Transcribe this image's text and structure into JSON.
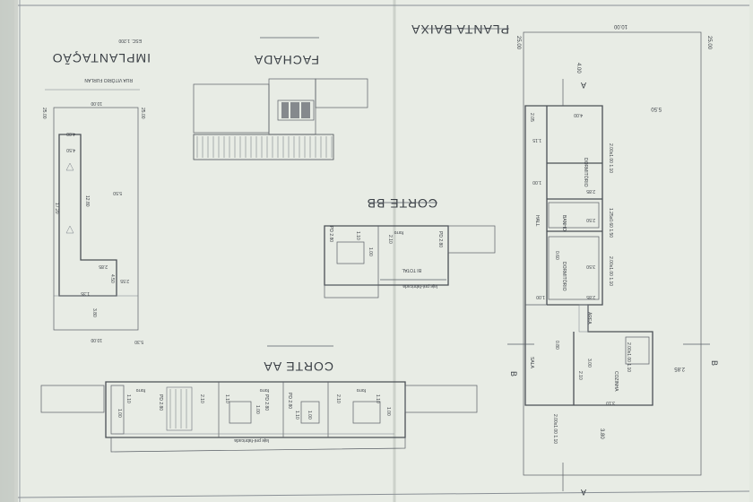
{
  "titles": {
    "planta_baixa": "PLANTA BAIXA",
    "implantacao": "IMPLANTAÇÃO",
    "escala": "ESC. 1:200",
    "rua": "RUA VITÓRIO FURLAN",
    "fachada": "FACHADA",
    "corte_bb": "CORTE BB",
    "corte_aa": "CORTE AA"
  },
  "planta": {
    "rooms": {
      "dormitorio_1": "DORMITÓRIO",
      "banho": "BANHO",
      "hall": "HALL",
      "dormitorio_2": "DORMITÓRIO",
      "area": "ÁREA",
      "sala": "SALA",
      "cozinha": "COZINHA"
    },
    "windows": {
      "dorm1": "2.00x1.00 1.10",
      "banho": "1.25x0.60 1.50",
      "dorm2": "2.00x1.00 1.10",
      "cozinha": "2.00x1.00 1.10",
      "sala": "2.00x1.00 1.10"
    },
    "dims": {
      "lot_width": "10.00",
      "lot_len_left": "25.00",
      "lot_len_right": "25.00",
      "setback_front": "5.50",
      "setback_top": "4.00",
      "w_400": "4.00",
      "d_205": "2.05",
      "d_115": "1.15",
      "d_285a": "2.85",
      "d_250": "2.50",
      "d_350": "3.50",
      "d_285b": "2.85",
      "d_100": "1.00",
      "d_060": "0.60",
      "d_080": "0.80",
      "d_300": "3.00",
      "d_210": "2.10",
      "d_310": "3.10",
      "side_285": "2.85",
      "side_380": "3.80",
      "bot_100": "1.00"
    },
    "sections": {
      "a": "A",
      "b": "B"
    }
  },
  "implantacao": {
    "dims": {
      "top": "10.00",
      "bottom": "10.00",
      "left": "25.00",
      "right": "25.00",
      "d_400": "4.00",
      "d_450": "4.50",
      "d_550": "5.50",
      "d_1280": "12.80",
      "d_1720": "17.20",
      "d_285": "2.85",
      "d_255": "2.55",
      "d_450b": "4.50",
      "d_135": "1.35",
      "d_380": "3.80",
      "d_530": "5.30"
    }
  },
  "corte_bb": {
    "labels": {
      "forro": "forro",
      "laje": "laje pré-fabricada",
      "pe_direito": "PD 2.80",
      "pe_direito_2": "PD 2.80",
      "bi_total": "BI TOTAL",
      "h_110": "1.10",
      "h_100": "1.00",
      "h_210": "2.10"
    }
  },
  "corte_aa": {
    "labels": {
      "forro1": "forro",
      "forro2": "forro",
      "forro3": "forro",
      "laje": "laje pré-fabricada",
      "pd1": "PD 2.80",
      "pd2": "PD 2.80",
      "pd3": "PD 2.80",
      "h_110a": "1.10",
      "h_100a": "1.00",
      "h_210a": "2.10",
      "h_110b": "1.10",
      "h_100b": "1.00",
      "h_110c": "1.10",
      "h_100c": "1.00",
      "h_210b": "2.10",
      "h_110d": "1.10",
      "h_100d": "1.00"
    }
  }
}
